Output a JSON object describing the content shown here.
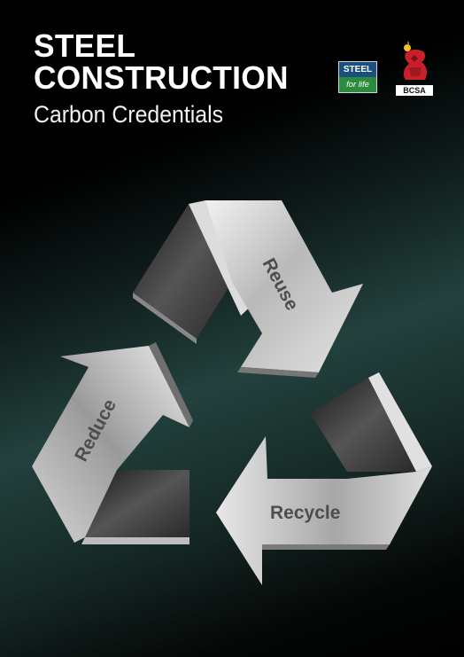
{
  "cover": {
    "title_line1": "STEEL",
    "title_line2": "CONSTRUCTION",
    "subtitle": "Carbon Credentials"
  },
  "logos": {
    "steel_for_life_top": "STEEL",
    "steel_for_life_bottom": "for life",
    "bcsa": "BCSA",
    "steel_blue": "#1b4f80",
    "life_green": "#2a8c3c",
    "bcsa_red": "#c8202a"
  },
  "recycle_symbol": {
    "label_reuse": "Reuse",
    "label_reduce": "Reduce",
    "label_recycle": "Recycle"
  }
}
